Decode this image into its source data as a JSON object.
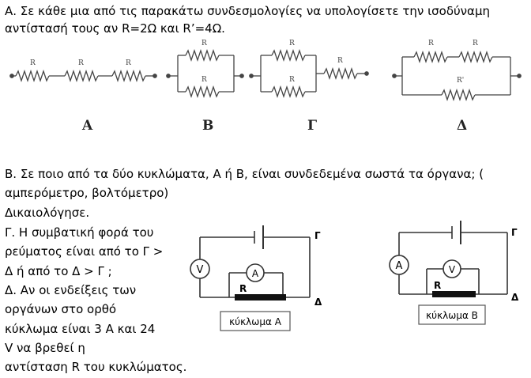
{
  "question_a": {
    "line1": "Α. Σε κάθε μια από τις παρακάτω συνδεσμολογίες να υπολογίσετε την ισοδύναμη",
    "line2": "αντίστασή τους αν R=2Ω και R’=4Ω."
  },
  "circuits_a": {
    "resistor_label": "R",
    "resistor_prime_label": "R'",
    "labels": [
      "Α",
      "Β",
      "Γ",
      "Δ"
    ]
  },
  "question_b": {
    "line1": "Β. Σε ποιο από τα δύο κυκλώματα, Α ή Β, είναι συνδεδεμένα σωστά τα όργανα; (",
    "line2": "αμπερόμετρο, βολτόμετρο)",
    "line3": "Δικαιολόγησε."
  },
  "question_c": {
    "line1": "Γ. Η συμβατική φορά του",
    "line2": "ρεύματος είναι από το Γ >",
    "line3": "Δ ή από το Δ > Γ ;"
  },
  "question_d": {
    "line1": "Δ. Αν οι ενδείξεις των",
    "line2": "οργάνων στο ορθό",
    "line3": "κύκλωμα είναι 3 Α και 24",
    "line4": "V να βρεθεί η",
    "line5": "αντίσταση R του κυκλώματος."
  },
  "circuit_A": {
    "meter_outer": "V",
    "meter_inner": "A",
    "resistor": "R",
    "top_label": "Γ",
    "bottom_label": "Δ",
    "caption": "κύκλωμα Α"
  },
  "circuit_B": {
    "meter_outer": "A",
    "meter_inner": "V",
    "resistor": "R",
    "top_label": "Γ",
    "bottom_label": "Δ",
    "caption": "κύκλωμα Β"
  }
}
